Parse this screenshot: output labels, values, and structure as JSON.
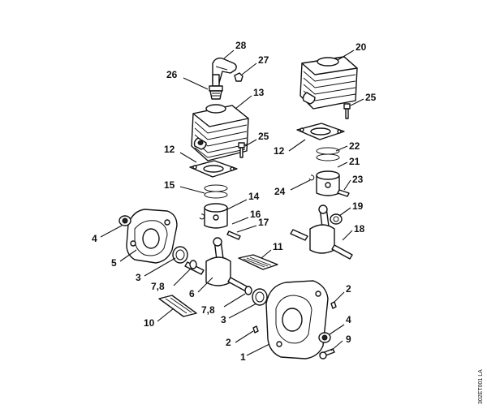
{
  "callouts": [
    {
      "id": "c28",
      "label": "28"
    },
    {
      "id": "c27",
      "label": "27"
    },
    {
      "id": "c26",
      "label": "26"
    },
    {
      "id": "c13",
      "label": "13"
    },
    {
      "id": "c25a",
      "label": "25"
    },
    {
      "id": "c12a",
      "label": "12"
    },
    {
      "id": "c15",
      "label": "15"
    },
    {
      "id": "c14",
      "label": "14"
    },
    {
      "id": "c16",
      "label": "16"
    },
    {
      "id": "c17",
      "label": "17"
    },
    {
      "id": "c11",
      "label": "11"
    },
    {
      "id": "c4a",
      "label": "4"
    },
    {
      "id": "c5",
      "label": "5"
    },
    {
      "id": "c3a",
      "label": "3"
    },
    {
      "id": "c78a",
      "label": "7,8"
    },
    {
      "id": "c6",
      "label": "6"
    },
    {
      "id": "c78b",
      "label": "7,8"
    },
    {
      "id": "c3b",
      "label": "3"
    },
    {
      "id": "c10",
      "label": "10"
    },
    {
      "id": "c2a",
      "label": "2"
    },
    {
      "id": "c1",
      "label": "1"
    },
    {
      "id": "c20",
      "label": "20"
    },
    {
      "id": "c25b",
      "label": "25"
    },
    {
      "id": "c12b",
      "label": "12"
    },
    {
      "id": "c22",
      "label": "22"
    },
    {
      "id": "c21",
      "label": "21"
    },
    {
      "id": "c23",
      "label": "23"
    },
    {
      "id": "c24",
      "label": "24"
    },
    {
      "id": "c19",
      "label": "19"
    },
    {
      "id": "c18",
      "label": "18"
    },
    {
      "id": "c2b",
      "label": "2"
    },
    {
      "id": "c4b",
      "label": "4"
    },
    {
      "id": "c9",
      "label": "9"
    }
  ],
  "catalog_code": "302ET001 LA"
}
